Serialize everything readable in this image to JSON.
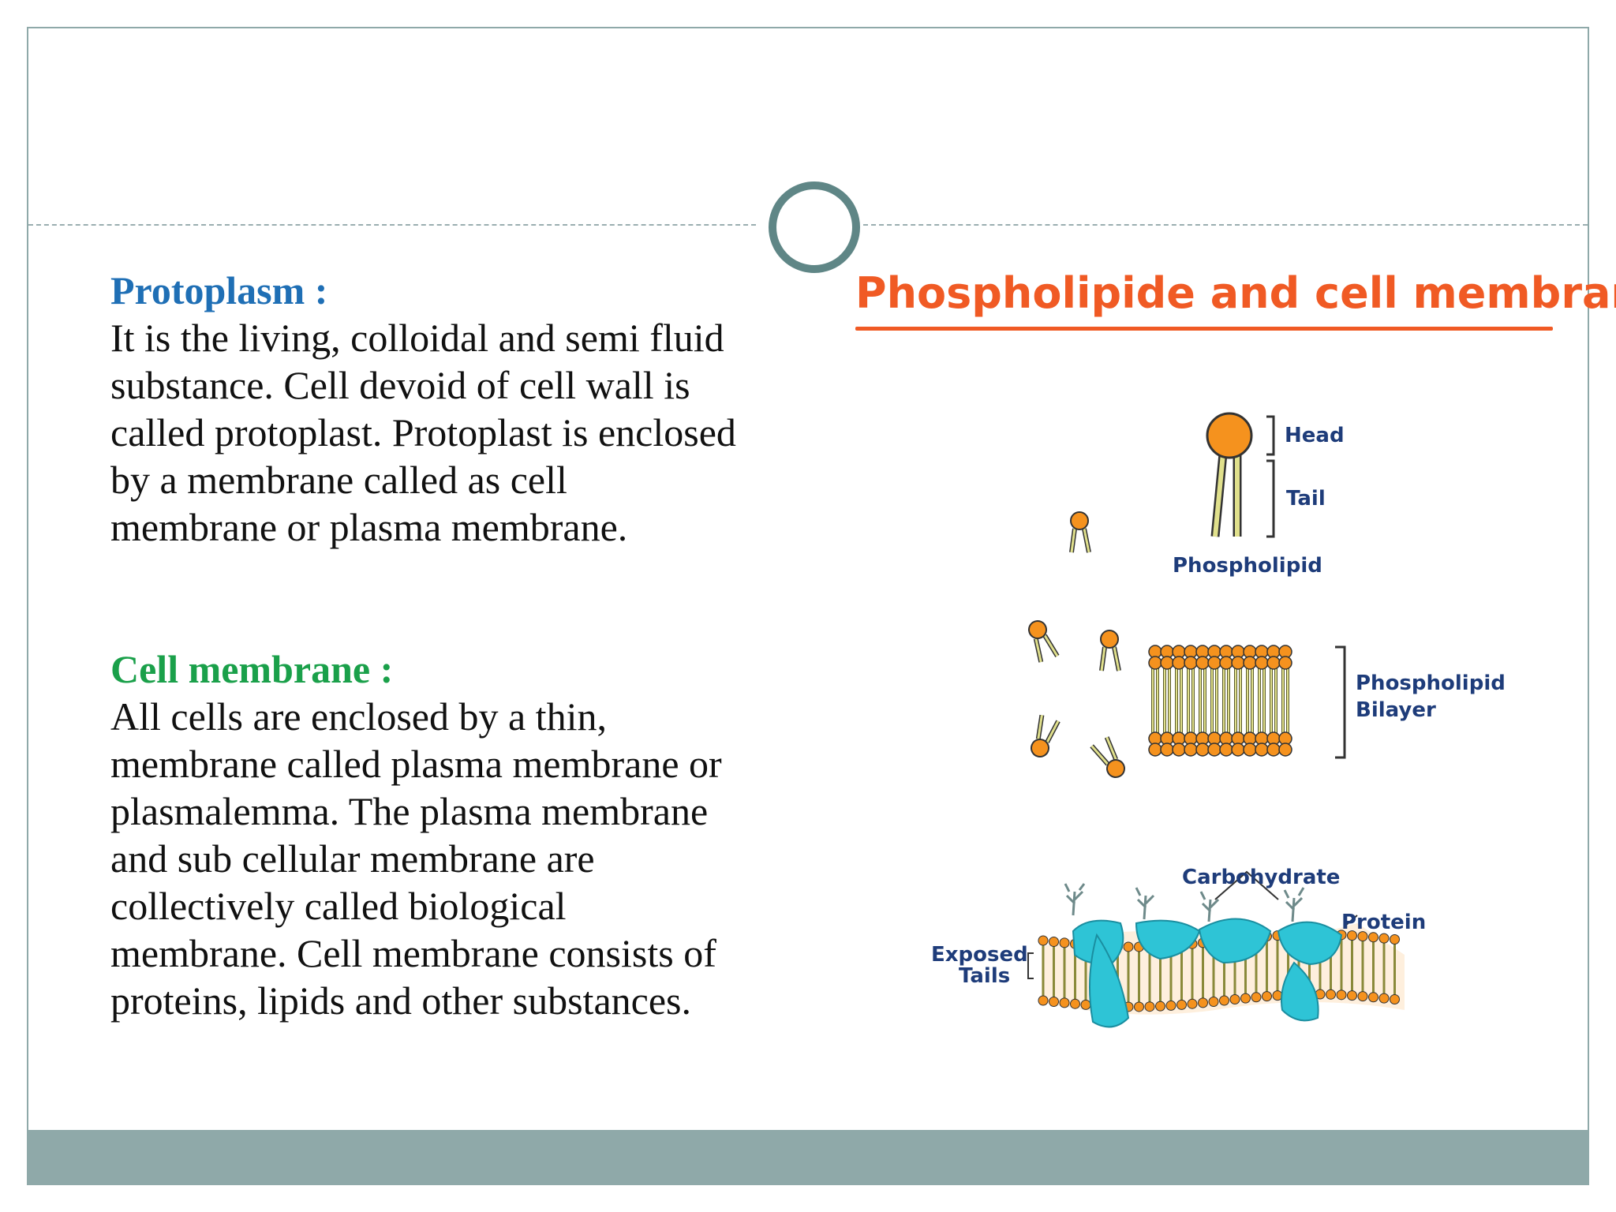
{
  "protoplasm": {
    "heading": "Protoplasm :",
    "body": "It is the living, colloidal and semi fluid substance. Cell devoid of cell wall is called protoplast. Protoplast is enclosed by a membrane called as cell membrane or plasma membrane."
  },
  "cell_membrane": {
    "heading": "Cell membrane :",
    "body": "All cells are enclosed by a thin, membrane called plasma membrane or plasmalemma. The plasma membrane and sub cellular membrane are collectively called biological membrane. Cell membrane consists of proteins, lipids and other substances."
  },
  "diagram": {
    "title": "Phospholipide and cell membrane",
    "labels": {
      "head": "Head",
      "tail": "Tail",
      "phospholipid": "Phospholipid",
      "bilayer_line1": "Phospholipid",
      "bilayer_line2": "Bilayer",
      "carbohydrate": "Carbohydrate",
      "protein": "Protein",
      "exposed_line1": "Exposed",
      "exposed_line2": "Tails"
    },
    "colors": {
      "title": "#f05a24",
      "head": "#f5921e",
      "tail": "#e0e08c",
      "protein": "#2ec4d6",
      "label": "#1e3c7a"
    }
  },
  "theme": {
    "protoplasm_heading_color": "#1f6fb5",
    "membrane_heading_color": "#1aa04a",
    "frame_color": "#8fa9a9"
  }
}
